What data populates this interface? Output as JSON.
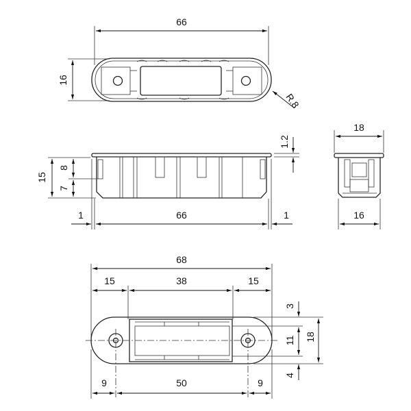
{
  "top_view": {
    "length": "66",
    "width": "16",
    "radius": "R.8"
  },
  "side_view": {
    "flange": "1.2",
    "height": "15",
    "upper": "8",
    "lower": "7",
    "left_offset": "1",
    "length": "66",
    "right_offset": "1"
  },
  "end_view": {
    "top_width": "18",
    "bottom_width": "16"
  },
  "bottom_view": {
    "overall_length": "68",
    "left_margin": "15",
    "window": "38",
    "right_margin": "15",
    "hole_edge_left": "9",
    "hole_spacing": "50",
    "hole_edge_right": "9",
    "top_gap": "3",
    "window_height": "11",
    "bottom_gap": "4",
    "overall_width": "18"
  }
}
